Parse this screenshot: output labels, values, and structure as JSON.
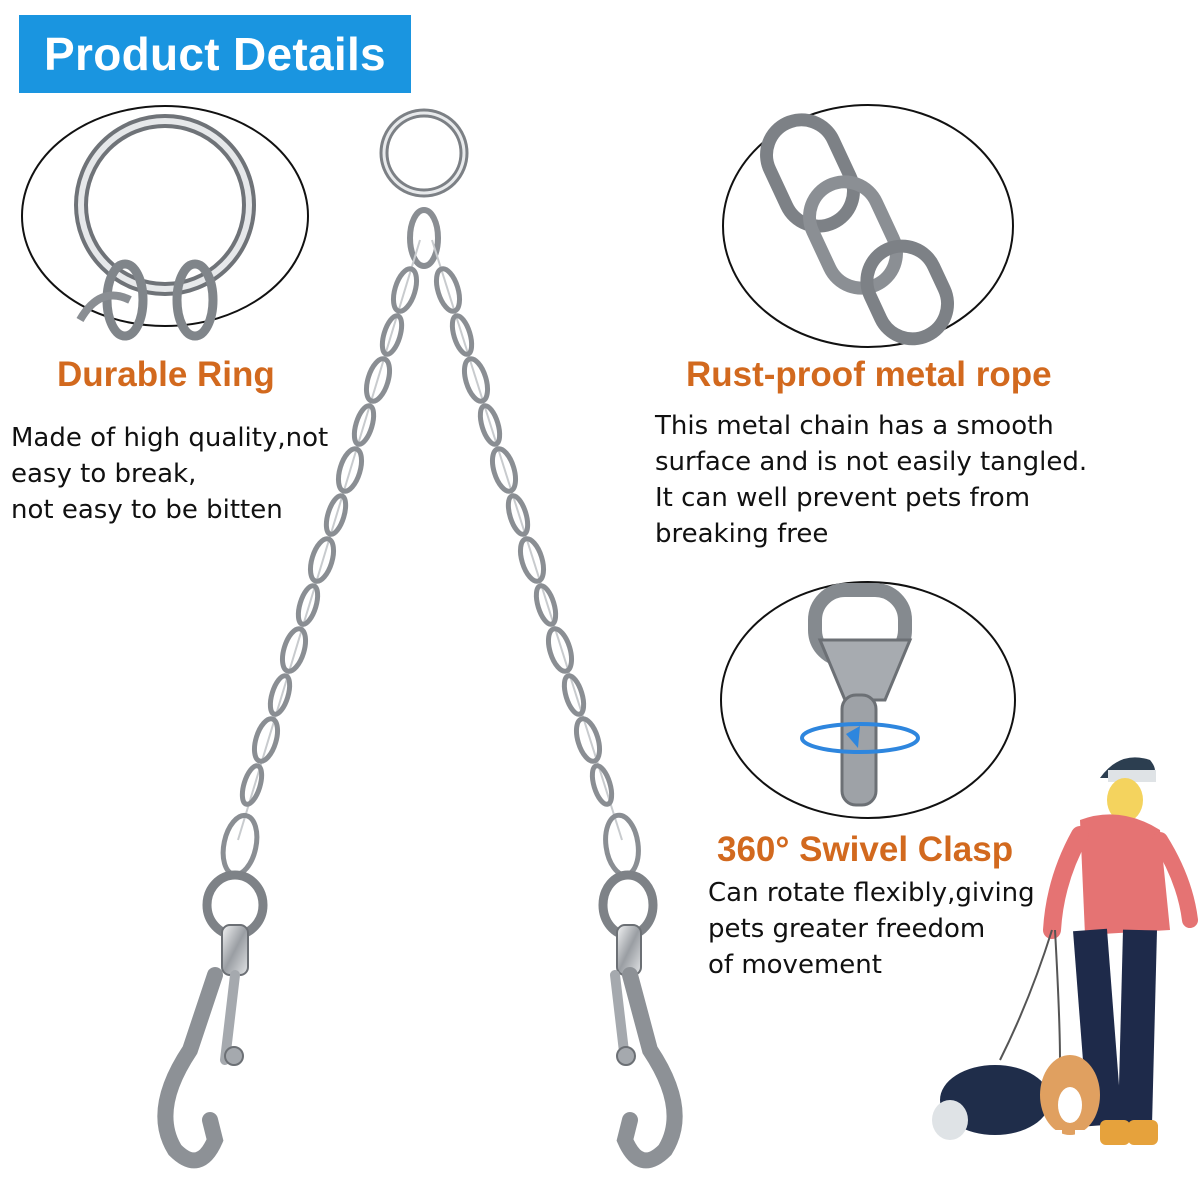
{
  "banner": {
    "title": "Product Details"
  },
  "features": {
    "ring": {
      "title": "Durable Ring",
      "lines": [
        "Made of high quality,not",
        "easy to break,",
        "not easy to be bitten"
      ]
    },
    "rope": {
      "title": "Rust-proof metal rope",
      "lines": [
        "This metal chain has a smooth",
        "surface and is not easily tangled.",
        "It can well prevent pets from",
        "breaking free"
      ]
    },
    "clasp": {
      "title": "360° Swivel Clasp",
      "lines": [
        "Can rotate flexibly,giving",
        "pets greater freedom",
        "of movement"
      ]
    }
  },
  "colors": {
    "banner_bg": "#1a95e0",
    "heading": "#d2691e",
    "metal": "#b9bcc0",
    "swivel_arrow": "#2e86de"
  },
  "icons": [
    "ring-icon",
    "chain-link-icon",
    "swivel-clasp-icon",
    "rotate-arrow-icon",
    "person-walking-dogs-icon"
  ]
}
